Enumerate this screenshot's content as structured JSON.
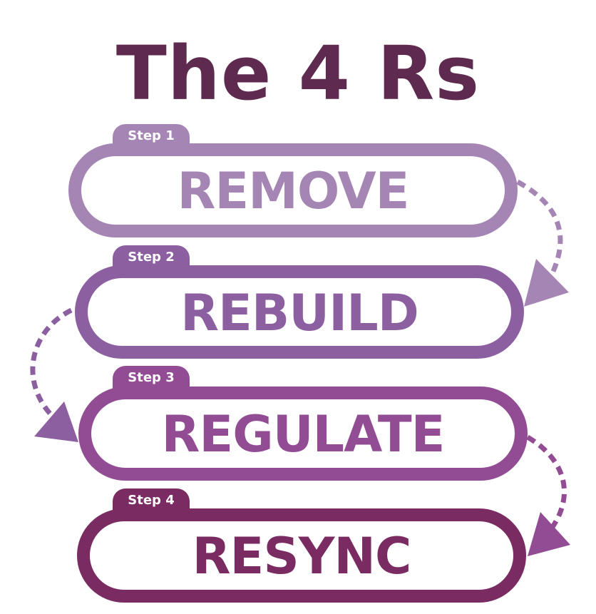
{
  "title": "The 4 Rs",
  "colors": {
    "title": "#5e2a50",
    "step1": "#a585b3",
    "step2": "#8c5fa0",
    "step3": "#924c94",
    "step4": "#7a2c62"
  },
  "steps": [
    {
      "tab": "Step 1",
      "label": "REMOVE"
    },
    {
      "tab": "Step 2",
      "label": "REBUILD"
    },
    {
      "tab": "Step 3",
      "label": "REGULATE"
    },
    {
      "tab": "Step 4",
      "label": "RESYNC"
    }
  ],
  "connectors": [
    {
      "from": "Step 1",
      "to": "Step 2",
      "side": "right",
      "style": "dashed-arrow"
    },
    {
      "from": "Step 2",
      "to": "Step 3",
      "side": "left",
      "style": "dashed-arrow"
    },
    {
      "from": "Step 3",
      "to": "Step 4",
      "side": "right",
      "style": "dashed-arrow"
    }
  ]
}
